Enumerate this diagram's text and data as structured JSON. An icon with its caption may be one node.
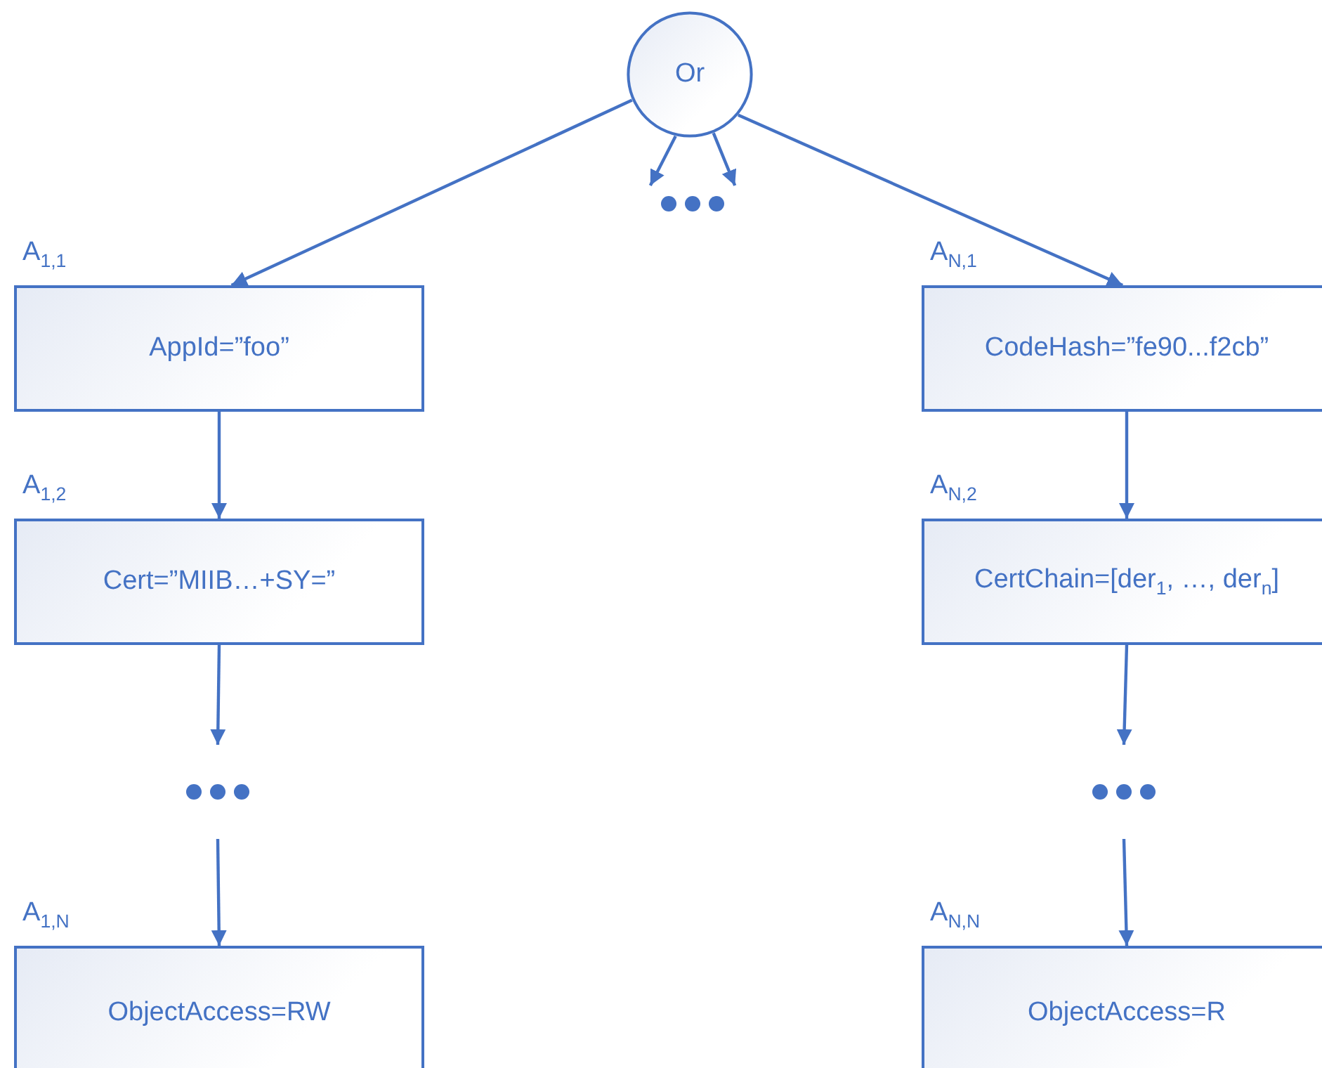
{
  "diagram": {
    "nodes": [
      {
        "text": [
          "Or"
        ]
      },
      {
        "text": [],
        "shape": "dots"
      },
      {
        "text": [
          "AppId=”foo”"
        ],
        "beside": [
          "A$_{1,1}$"
        ]
      },
      {
        "text": [
          "Cert=”MIIB…+SY=”"
        ],
        "beside": [
          "A$_{1,2}$"
        ]
      },
      {
        "text": [],
        "shape": "dots"
      },
      {
        "text": [
          "ObjectAccess=RW"
        ],
        "beside": [
          "A$_{1,N}$"
        ]
      },
      {
        "text": [
          "CodeHash=”fe90...f2cb”"
        ],
        "beside": [
          "A$_{N,1}$"
        ]
      },
      {
        "text": [
          "CertChain=[der$_{1}$, …, der$_{n}$]"
        ],
        "beside": [
          "A$_{N,2}$"
        ]
      },
      {
        "text": [],
        "shape": "dots"
      },
      {
        "text": [
          "ObjectAccess=R"
        ],
        "beside": [
          "A$_{N,N}$"
        ]
      }
    ],
    "edges": [
      {
        "from": 0,
        "to": 2,
        "arrow": "to"
      },
      {
        "from": 0,
        "to": 1,
        "arrow": "to"
      },
      {
        "from": 0,
        "to": 1,
        "arrow": "to"
      },
      {
        "from": 0,
        "to": 6,
        "arrow": "to"
      },
      {
        "from": 2,
        "to": 3,
        "arrow": "to"
      },
      {
        "from": 3,
        "to": 4,
        "arrow": "to"
      },
      {
        "from": 4,
        "to": 5,
        "arrow": "to"
      },
      {
        "from": 6,
        "to": 7,
        "arrow": "to"
      },
      {
        "from": 7,
        "to": 8,
        "arrow": "to"
      },
      {
        "from": 8,
        "to": 9,
        "arrow": "to"
      }
    ]
  }
}
